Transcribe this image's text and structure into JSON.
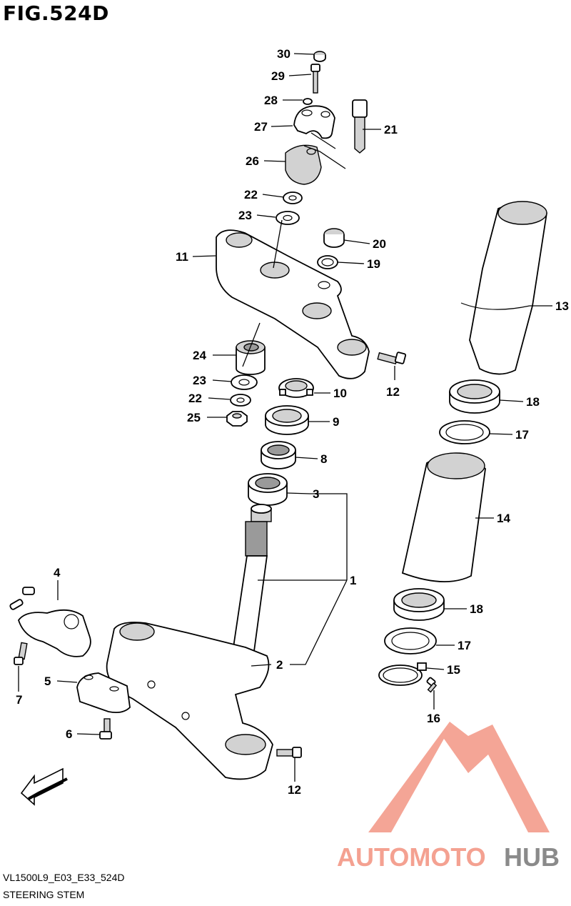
{
  "figure": {
    "title": "FIG.524D"
  },
  "footer": {
    "model_code": "VL1500L9_E03_E33_524D",
    "section_name": "STEERING STEM"
  },
  "fwd_arrow": {
    "text": "FWD"
  },
  "callouts": [
    {
      "key": "c30",
      "label": "30"
    },
    {
      "key": "c29",
      "label": "29"
    },
    {
      "key": "c28",
      "label": "28"
    },
    {
      "key": "c27",
      "label": "27"
    },
    {
      "key": "c21",
      "label": "21"
    },
    {
      "key": "c26",
      "label": "26"
    },
    {
      "key": "c22a",
      "label": "22"
    },
    {
      "key": "c23a",
      "label": "23"
    },
    {
      "key": "c20",
      "label": "20"
    },
    {
      "key": "c11",
      "label": "11"
    },
    {
      "key": "c19",
      "label": "19"
    },
    {
      "key": "c13",
      "label": "13"
    },
    {
      "key": "c24",
      "label": "24"
    },
    {
      "key": "c12a",
      "label": "12"
    },
    {
      "key": "c23b",
      "label": "23"
    },
    {
      "key": "c10",
      "label": "10"
    },
    {
      "key": "c18a",
      "label": "18"
    },
    {
      "key": "c22b",
      "label": "22"
    },
    {
      "key": "c25",
      "label": "25"
    },
    {
      "key": "c9",
      "label": "9"
    },
    {
      "key": "c17a",
      "label": "17"
    },
    {
      "key": "c8",
      "label": "8"
    },
    {
      "key": "c3",
      "label": "3"
    },
    {
      "key": "c14",
      "label": "14"
    },
    {
      "key": "c4",
      "label": "4"
    },
    {
      "key": "c1",
      "label": "1"
    },
    {
      "key": "c18b",
      "label": "18"
    },
    {
      "key": "c17b",
      "label": "17"
    },
    {
      "key": "c2",
      "label": "2"
    },
    {
      "key": "c15",
      "label": "15"
    },
    {
      "key": "c7",
      "label": "7"
    },
    {
      "key": "c5",
      "label": "5"
    },
    {
      "key": "c16",
      "label": "16"
    },
    {
      "key": "c6",
      "label": "6"
    },
    {
      "key": "c12b",
      "label": "12"
    }
  ],
  "watermark": {
    "text_part1": "AUTOMOTO",
    "text_part2": "HUB",
    "color_primary": "#f4a191",
    "color_secondary": "#8a8a8a"
  }
}
